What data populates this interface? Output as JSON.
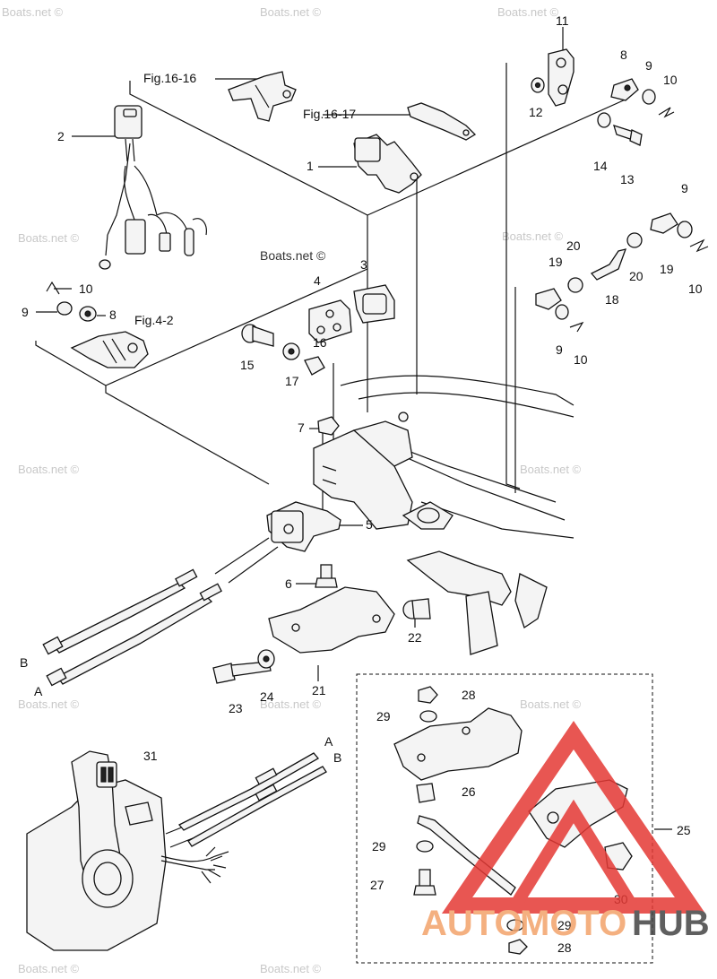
{
  "diagram": {
    "references": [
      "Fig.16-16",
      "Fig.16-17",
      "Fig.4-2"
    ],
    "callouts": [
      "1",
      "2",
      "3",
      "4",
      "5",
      "6",
      "7",
      "8",
      "8",
      "9",
      "9",
      "9",
      "9",
      "10",
      "10",
      "10",
      "10",
      "11",
      "12",
      "13",
      "14",
      "15",
      "16",
      "17",
      "18",
      "19",
      "19",
      "20",
      "20",
      "21",
      "22",
      "23",
      "24",
      "25",
      "26",
      "27",
      "28",
      "28",
      "29",
      "29",
      "29",
      "30",
      "31"
    ],
    "cable_ends": [
      "A",
      "B"
    ],
    "cable_ends_right": [
      "A",
      "B"
    ]
  },
  "watermarks": {
    "main": "Boats.net ©",
    "repeat": "Boats.net ©"
  },
  "logo": {
    "text_auto": "AUTO",
    "text_moto": "MOTO",
    "text_hub": "HUB",
    "accent_color": "#e53935",
    "dark_color": "#333333",
    "light_color": "#f3a36b"
  }
}
